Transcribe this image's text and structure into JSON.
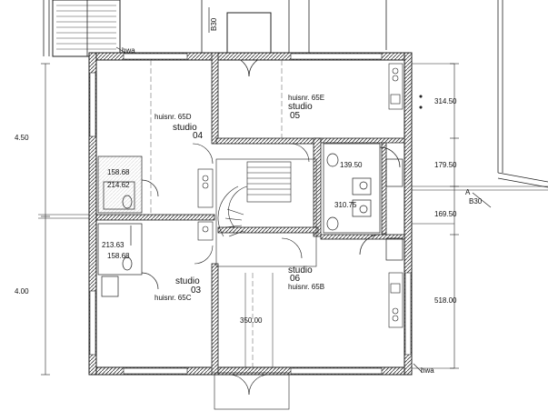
{
  "studios": [
    {
      "house_no": "huisnr. 65D",
      "label": "studio",
      "num": "04"
    },
    {
      "house_no": "huisnr. 65E",
      "label": "studio",
      "num": "05"
    },
    {
      "house_no": "huisnr. 65C",
      "label": "studio",
      "num": "03"
    },
    {
      "house_no": "huisnr. 65B",
      "label": "studio",
      "num": "06"
    }
  ],
  "dimensions": {
    "left_upper": "4.50",
    "left_lower": "4.00",
    "right_1": "314.50",
    "right_2": "179.50",
    "right_3": "169.50",
    "right_4": "518.00",
    "bottom_center": "350.00",
    "small_1": "158.68",
    "small_2": "214.62",
    "small_3": "213.63",
    "small_4": "158.68",
    "small_5": "139.50",
    "small_6": "310.75"
  },
  "markers": {
    "b30_top": "B30",
    "b30_right": "B30",
    "a_right": "A",
    "hwa_top": "hwa",
    "hwa_bottom": "hwa"
  }
}
